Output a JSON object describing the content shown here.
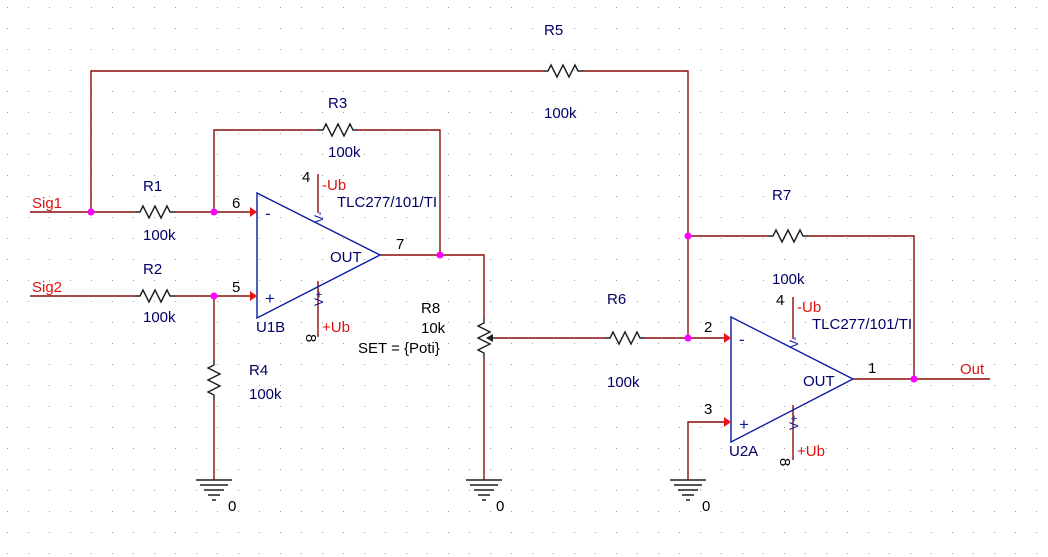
{
  "schematic": {
    "signals": {
      "sig1": "Sig1",
      "sig2": "Sig2",
      "out": "Out"
    },
    "resistors": {
      "r1": {
        "name": "R1",
        "value": "100k"
      },
      "r2": {
        "name": "R2",
        "value": "100k"
      },
      "r3": {
        "name": "R3",
        "value": "100k"
      },
      "r4": {
        "name": "R4",
        "value": "100k"
      },
      "r5": {
        "name": "R5",
        "value": "100k"
      },
      "r6": {
        "name": "R6",
        "value": "100k"
      },
      "r7": {
        "name": "R7",
        "value": "100k"
      },
      "r8": {
        "name": "R8",
        "value": "10k",
        "set": "SET = {Poti}"
      }
    },
    "opamps": {
      "u1b": {
        "name": "U1B",
        "model": "TLC277/101/TI",
        "pin_inv": "6",
        "pin_noninv": "5",
        "pin_out": "7",
        "pin_vneg": "4",
        "pin_vpos": "8",
        "out_label": "OUT",
        "vneg": "-Ub",
        "vpos": "+Ub",
        "minus": "-",
        "plus": "+"
      },
      "u2a": {
        "name": "U2A",
        "model": "TLC277/101/TI",
        "pin_inv": "2",
        "pin_noninv": "3",
        "pin_out": "1",
        "pin_vneg": "4",
        "pin_vpos": "8",
        "out_label": "OUT",
        "vneg": "-Ub",
        "vpos": "+Ub",
        "minus": "-",
        "plus": "+"
      }
    },
    "supply_pin_marks": {
      "vneg_mark": "V-",
      "vpos_mark": "V+"
    },
    "grounds": {
      "g1": "0",
      "g2": "0",
      "g3": "0"
    },
    "colors": {
      "wire": "#8b0d0d",
      "component_body": "#0a1aa0",
      "junction": "#ff00ff",
      "net_label": "#dd1111",
      "pin_arrow": "#ee1111"
    }
  }
}
